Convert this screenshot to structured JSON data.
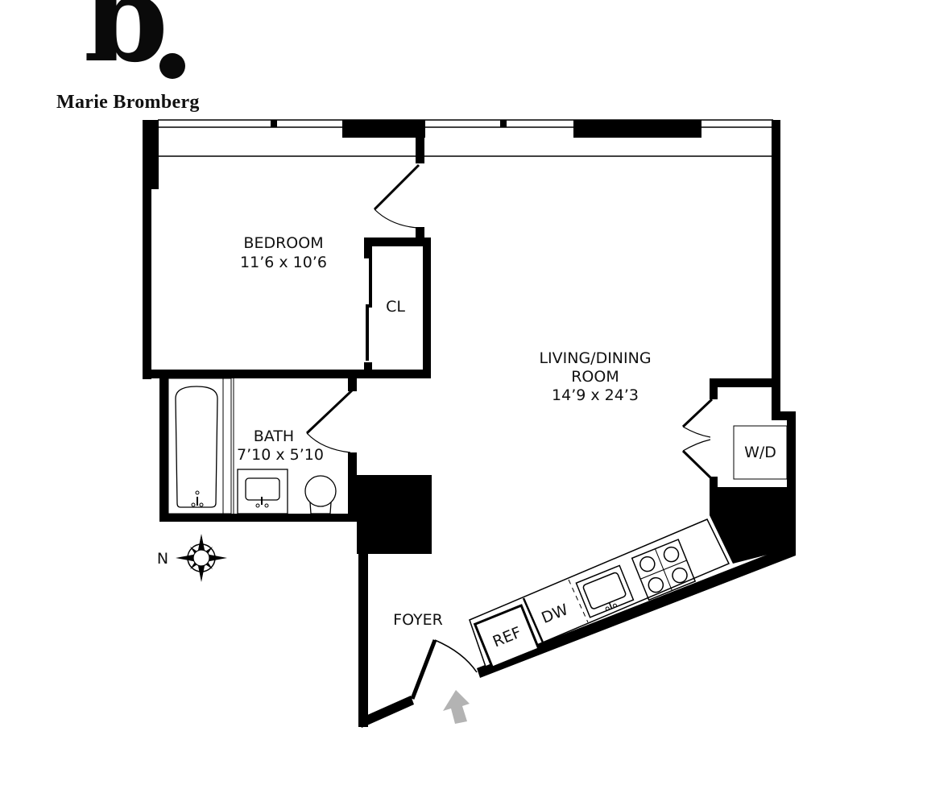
{
  "brand": {
    "logo_letter": "b",
    "name": "Marie Bromberg"
  },
  "rooms": {
    "bedroom": {
      "name": "BEDROOM",
      "dimensions": "11’6 x 10’6"
    },
    "closet": {
      "name": "CL"
    },
    "living": {
      "name_line1": "LIVING/DINING",
      "name_line2": "ROOM",
      "dimensions": "14’9 x 24’3"
    },
    "bath": {
      "name": "BATH",
      "dimensions": "7’10 x 5’10"
    },
    "washer_dryer": {
      "name": "W/D"
    },
    "foyer": {
      "name": "FOYER"
    }
  },
  "kitchen": {
    "refrigerator": "REF",
    "dishwasher": "DW"
  },
  "compass": {
    "direction": "N"
  },
  "colors": {
    "wall": "#000000",
    "background": "#ffffff",
    "entry_arrow": "#b3b3b3"
  }
}
